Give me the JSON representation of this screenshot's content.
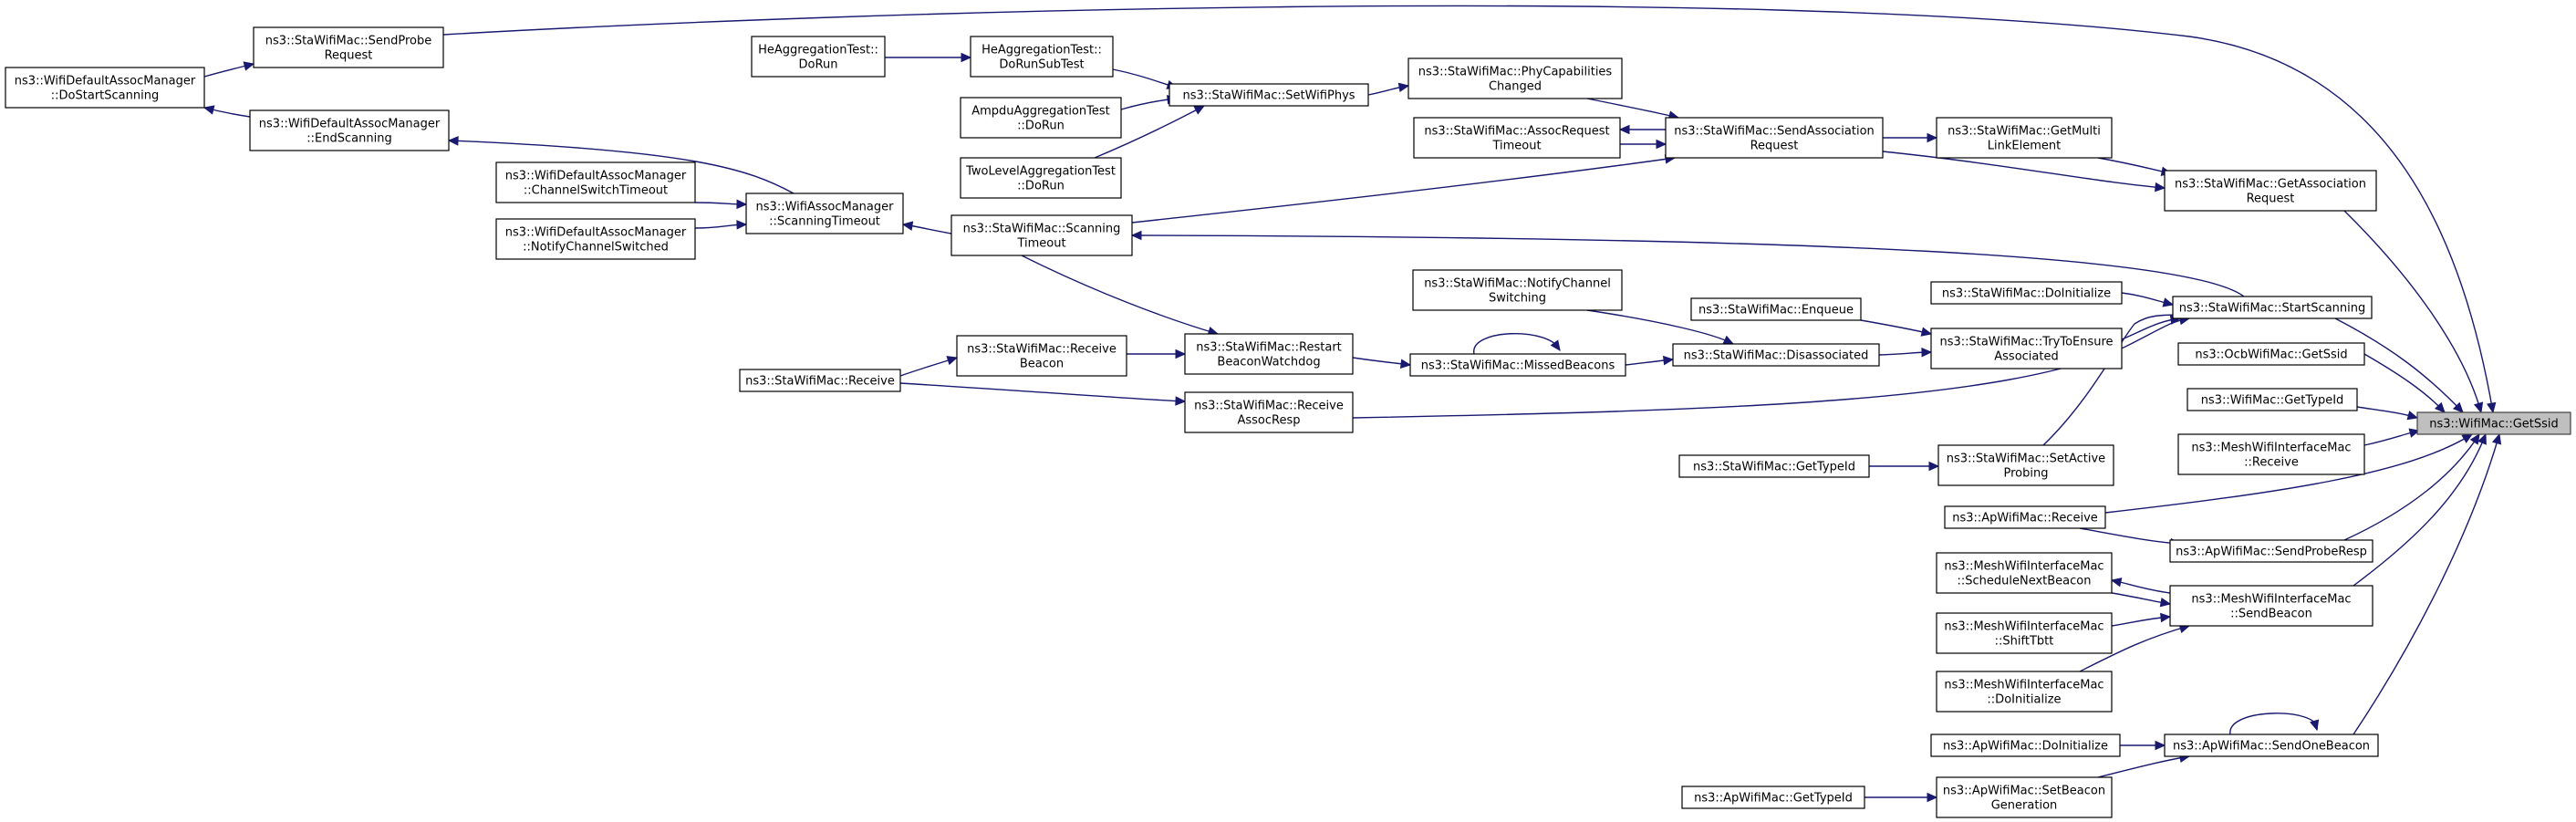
{
  "nodes": [
    {
      "id": "getssid",
      "lines": [
        "ns3::WifiMac::GetSsid"
      ],
      "focus": true
    },
    {
      "id": "sendprobe",
      "lines": [
        "ns3::StaWifiMac::SendProbe",
        "Request"
      ]
    },
    {
      "id": "dostartscan",
      "lines": [
        "ns3::WifiDefaultAssocManager",
        "::DoStartScanning"
      ]
    },
    {
      "id": "endscan",
      "lines": [
        "ns3::WifiDefaultAssocManager",
        "::EndScanning"
      ]
    },
    {
      "id": "chswtimeout",
      "lines": [
        "ns3::WifiDefaultAssocManager",
        "::ChannelSwitchTimeout"
      ]
    },
    {
      "id": "notifychsw",
      "lines": [
        "ns3::WifiDefaultAssocManager",
        "::NotifyChannelSwitched"
      ]
    },
    {
      "id": "assocscantimeout",
      "lines": [
        "ns3::WifiAssocManager",
        "::ScanningTimeout"
      ]
    },
    {
      "id": "stascantimeout",
      "lines": [
        "ns3::StaWifiMac::Scanning",
        "Timeout"
      ]
    },
    {
      "id": "heagg",
      "lines": [
        "HeAggregationTest::",
        "DoRun"
      ]
    },
    {
      "id": "heaggsub",
      "lines": [
        "HeAggregationTest::",
        "DoRunSubTest"
      ]
    },
    {
      "id": "ampdu",
      "lines": [
        "AmpduAggregationTest",
        "::DoRun"
      ]
    },
    {
      "id": "twolevel",
      "lines": [
        "TwoLevelAggregationTest",
        "::DoRun"
      ]
    },
    {
      "id": "setwifiphys",
      "lines": [
        "ns3::StaWifiMac::SetWifiPhys"
      ]
    },
    {
      "id": "phycap",
      "lines": [
        "ns3::StaWifiMac::PhyCapabilities",
        "Changed"
      ]
    },
    {
      "id": "assocreqtimeout",
      "lines": [
        "ns3::StaWifiMac::AssocRequest",
        "Timeout"
      ]
    },
    {
      "id": "sendassocreq",
      "lines": [
        "ns3::StaWifiMac::SendAssociation",
        "Request"
      ]
    },
    {
      "id": "getmultilink",
      "lines": [
        "ns3::StaWifiMac::GetMulti",
        "LinkElement"
      ]
    },
    {
      "id": "getassocreq",
      "lines": [
        "ns3::StaWifiMac::GetAssociation",
        "Request"
      ]
    },
    {
      "id": "notifychswitching",
      "lines": [
        "ns3::StaWifiMac::NotifyChannel",
        "Switching"
      ]
    },
    {
      "id": "enqueue",
      "lines": [
        "ns3::StaWifiMac::Enqueue"
      ]
    },
    {
      "id": "stadoinit",
      "lines": [
        "ns3::StaWifiMac::DoInitialize"
      ]
    },
    {
      "id": "startscan",
      "lines": [
        "ns3::StaWifiMac::StartScanning"
      ]
    },
    {
      "id": "trytoensure",
      "lines": [
        "ns3::StaWifiMac::TryToEnsure",
        "Associated"
      ]
    },
    {
      "id": "disassoc",
      "lines": [
        "ns3::StaWifiMac::Disassociated"
      ]
    },
    {
      "id": "missedbeacons",
      "lines": [
        "ns3::StaWifiMac::MissedBeacons"
      ]
    },
    {
      "id": "restartbeacon",
      "lines": [
        "ns3::StaWifiMac::Restart",
        "BeaconWatchdog"
      ]
    },
    {
      "id": "recvbeacon",
      "lines": [
        "ns3::StaWifiMac::Receive",
        "Beacon"
      ]
    },
    {
      "id": "stareceive",
      "lines": [
        "ns3::StaWifiMac::Receive"
      ]
    },
    {
      "id": "recvassocresp",
      "lines": [
        "ns3::StaWifiMac::Receive",
        "AssocResp"
      ]
    },
    {
      "id": "stagettypeid",
      "lines": [
        "ns3::StaWifiMac::GetTypeId"
      ]
    },
    {
      "id": "setactiveprobing",
      "lines": [
        "ns3::StaWifiMac::SetActive",
        "Probing"
      ]
    },
    {
      "id": "ocbgetssid",
      "lines": [
        "ns3::OcbWifiMac::GetSsid"
      ]
    },
    {
      "id": "wifimacgettypeid",
      "lines": [
        "ns3::WifiMac::GetTypeId"
      ]
    },
    {
      "id": "meshreceive",
      "lines": [
        "ns3::MeshWifiInterfaceMac",
        "::Receive"
      ]
    },
    {
      "id": "apreceive",
      "lines": [
        "ns3::ApWifiMac::Receive"
      ]
    },
    {
      "id": "apsendproberesp",
      "lines": [
        "ns3::ApWifiMac::SendProbeResp"
      ]
    },
    {
      "id": "meshschedule",
      "lines": [
        "ns3::MeshWifiInterfaceMac",
        "::ScheduleNextBeacon"
      ]
    },
    {
      "id": "meshsendbeacon",
      "lines": [
        "ns3::MeshWifiInterfaceMac",
        "::SendBeacon"
      ]
    },
    {
      "id": "meshshifttbtt",
      "lines": [
        "ns3::MeshWifiInterfaceMac",
        "::ShiftTbtt"
      ]
    },
    {
      "id": "meshdoinit",
      "lines": [
        "ns3::MeshWifiInterfaceMac",
        "::DoInitialize"
      ]
    },
    {
      "id": "apdoinit",
      "lines": [
        "ns3::ApWifiMac::DoInitialize"
      ]
    },
    {
      "id": "apsendonebeacon",
      "lines": [
        "ns3::ApWifiMac::SendOneBeacon"
      ]
    },
    {
      "id": "apgettypeid",
      "lines": [
        "ns3::ApWifiMac::GetTypeId"
      ]
    },
    {
      "id": "apsetbeacongen",
      "lines": [
        "ns3::ApWifiMac::SetBeacon",
        "Generation"
      ]
    }
  ],
  "edges": [
    [
      "sendprobe",
      "getssid"
    ],
    [
      "dostartscan",
      "sendprobe"
    ],
    [
      "endscan",
      "dostartscan"
    ],
    [
      "assocscantimeout",
      "endscan"
    ],
    [
      "chswtimeout",
      "assocscantimeout"
    ],
    [
      "notifychsw",
      "assocscantimeout"
    ],
    [
      "stascantimeout",
      "assocscantimeout"
    ],
    [
      "heagg",
      "heaggsub"
    ],
    [
      "heaggsub",
      "setwifiphys"
    ],
    [
      "ampdu",
      "setwifiphys"
    ],
    [
      "twolevel",
      "setwifiphys"
    ],
    [
      "setwifiphys",
      "phycap"
    ],
    [
      "phycap",
      "sendassocreq"
    ],
    [
      "sendassocreq",
      "assocreqtimeout"
    ],
    [
      "assocreqtimeout",
      "sendassocreq"
    ],
    [
      "stascantimeout",
      "sendassocreq"
    ],
    [
      "sendassocreq",
      "getmultilink"
    ],
    [
      "getmultilink",
      "getassocreq"
    ],
    [
      "sendassocreq",
      "getassocreq"
    ],
    [
      "getassocreq",
      "getssid"
    ],
    [
      "startscan",
      "stascantimeout"
    ],
    [
      "startscan",
      "getssid"
    ],
    [
      "stadoinit",
      "startscan"
    ],
    [
      "trytoensure",
      "startscan"
    ],
    [
      "recvassocresp",
      "startscan"
    ],
    [
      "setactiveprobing",
      "startscan"
    ],
    [
      "enqueue",
      "trytoensure"
    ],
    [
      "disassoc",
      "trytoensure"
    ],
    [
      "notifychswitching",
      "disassoc"
    ],
    [
      "missedbeacons",
      "disassoc"
    ],
    [
      "missedbeacons",
      "missedbeacons"
    ],
    [
      "restartbeacon",
      "missedbeacons"
    ],
    [
      "stascantimeout",
      "restartbeacon"
    ],
    [
      "recvbeacon",
      "restartbeacon"
    ],
    [
      "stareceive",
      "recvbeacon"
    ],
    [
      "stareceive",
      "recvassocresp"
    ],
    [
      "stagettypeid",
      "setactiveprobing"
    ],
    [
      "ocbgetssid",
      "getssid"
    ],
    [
      "wifimacgettypeid",
      "getssid"
    ],
    [
      "meshreceive",
      "getssid"
    ],
    [
      "apreceive",
      "getssid"
    ],
    [
      "apreceive",
      "apsendproberesp"
    ],
    [
      "apsendproberesp",
      "getssid"
    ],
    [
      "meshsendbeacon",
      "getssid"
    ],
    [
      "meshsendbeacon",
      "meshschedule"
    ],
    [
      "meshschedule",
      "meshsendbeacon"
    ],
    [
      "meshshifttbtt",
      "meshsendbeacon"
    ],
    [
      "meshdoinit",
      "meshsendbeacon"
    ],
    [
      "apsendonebeacon",
      "getssid"
    ],
    [
      "apsendonebeacon",
      "apsendonebeacon"
    ],
    [
      "apdoinit",
      "apsendonebeacon"
    ],
    [
      "apsetbeacongen",
      "apsendonebeacon"
    ],
    [
      "apgettypeid",
      "apsetbeacongen"
    ]
  ]
}
